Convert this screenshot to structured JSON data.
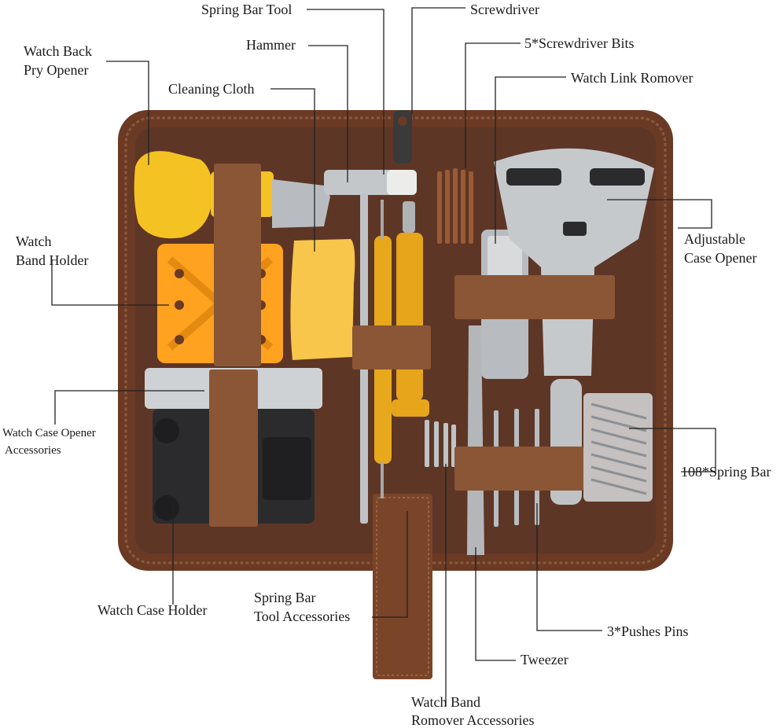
{
  "image": {
    "subject": "Watch repair tool kit in a brown zippered case with labeled components",
    "colors": {
      "case_brown": "#6b3a24",
      "inner_brown": "#5a3424",
      "strap_brown": "#8a5636",
      "tool_yellow": "#f5c224",
      "holder_orange": "#ffa21f",
      "cloth_yellow": "#f8c64a",
      "gold": "#e6a51a",
      "steel": "#b8bcc0",
      "dark_block": "#2b2b2d",
      "leader_line": "#222222"
    }
  },
  "callouts": {
    "spring_bar_tool": "Spring Bar Tool",
    "screwdriver": "Screwdriver",
    "hammer": "Hammer",
    "screwdriver_bits": "5*Screwdriver Bits",
    "watch_back_pry_opener_1": "Watch Back",
    "watch_back_pry_opener_2": "Pry Opener",
    "cleaning_cloth": "Cleaning Cloth",
    "watch_link_remover": "Watch Link Romover",
    "watch_band_holder_1": "Watch",
    "watch_band_holder_2": "Band Holder",
    "adjustable_case_opener_1": "Adjustable",
    "adjustable_case_opener_2": "Case Opener",
    "case_opener_accessories_1": "Watch Case Opener",
    "case_opener_accessories_2": "Accessories",
    "spring_bars": "108*Spring Bar",
    "watch_case_holder": "Watch Case Holder",
    "spring_bar_tool_accessories_1": "Spring Bar",
    "spring_bar_tool_accessories_2": "Tool Accessories",
    "pushes_pins": "3*Pushes Pins",
    "tweezer": "Tweezer",
    "band_remover_accessories_1": "Watch Band",
    "band_remover_accessories_2": "Romover Accessories"
  }
}
